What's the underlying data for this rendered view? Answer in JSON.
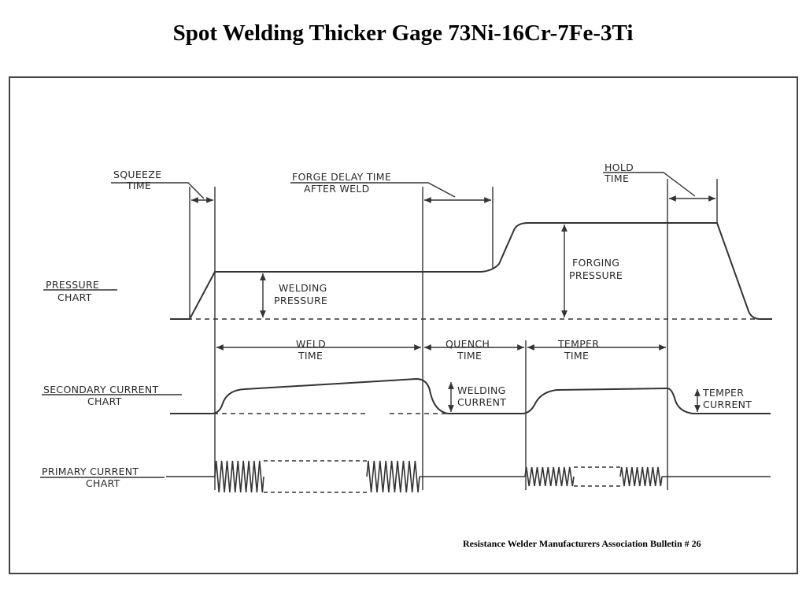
{
  "title": "Spot Welding Thicker Gage 73Ni-16Cr-7Fe-3Ti",
  "labels": {
    "squeeze_time": [
      "SQUEEZE",
      "TIME"
    ],
    "forge_delay": [
      "FORGE DELAY TIME",
      "AFTER WELD"
    ],
    "hold_time": [
      "HOLD",
      "TIME"
    ],
    "pressure_chart": [
      "PRESSURE",
      "CHART"
    ],
    "welding_pressure": [
      "WELDING",
      "PRESSURE"
    ],
    "forging_pressure": [
      "FORGING",
      "PRESSURE"
    ],
    "weld_time": [
      "WELD",
      "TIME"
    ],
    "quench_time": [
      "QUENCH",
      "TIME"
    ],
    "temper_time": [
      "TEMPER",
      "TIME"
    ],
    "secondary_current_chart": [
      "SECONDARY CURRENT",
      "CHART"
    ],
    "welding_current": [
      "WELDING",
      "CURRENT"
    ],
    "temper_current": [
      "TEMPER",
      "CURRENT"
    ],
    "primary_current_chart": [
      "PRIMARY CURRENT",
      "CHART"
    ]
  },
  "caption": "Resistance Welder Manufacturers Association Bulletin # 26"
}
